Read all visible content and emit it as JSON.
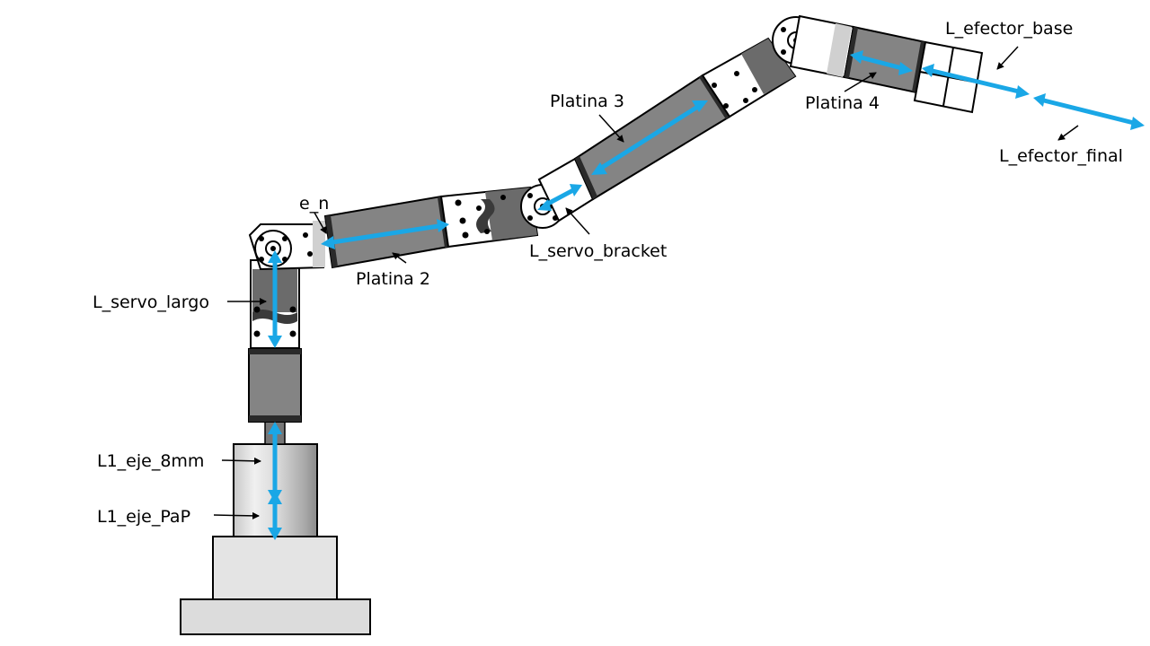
{
  "labels": {
    "l_efector_base": "L_efector_base",
    "platina_3": "Platina 3",
    "platina_4": "Platina 4",
    "l_efector_final": "L_efector_final",
    "e_n": "e_n",
    "l_servo_bracket": "L_servo_bracket",
    "platina_2": "Platina 2",
    "l_servo_largo": "L_servo_largo",
    "l1_eje_8mm": "L1_eje_8mm",
    "l1_eje_pap": "L1_eje_PaP"
  },
  "colors": {
    "dimension_arrow": "#1aa7e6",
    "servo_body": "#848484",
    "base": "#dcdcdc",
    "outline": "#000000"
  }
}
